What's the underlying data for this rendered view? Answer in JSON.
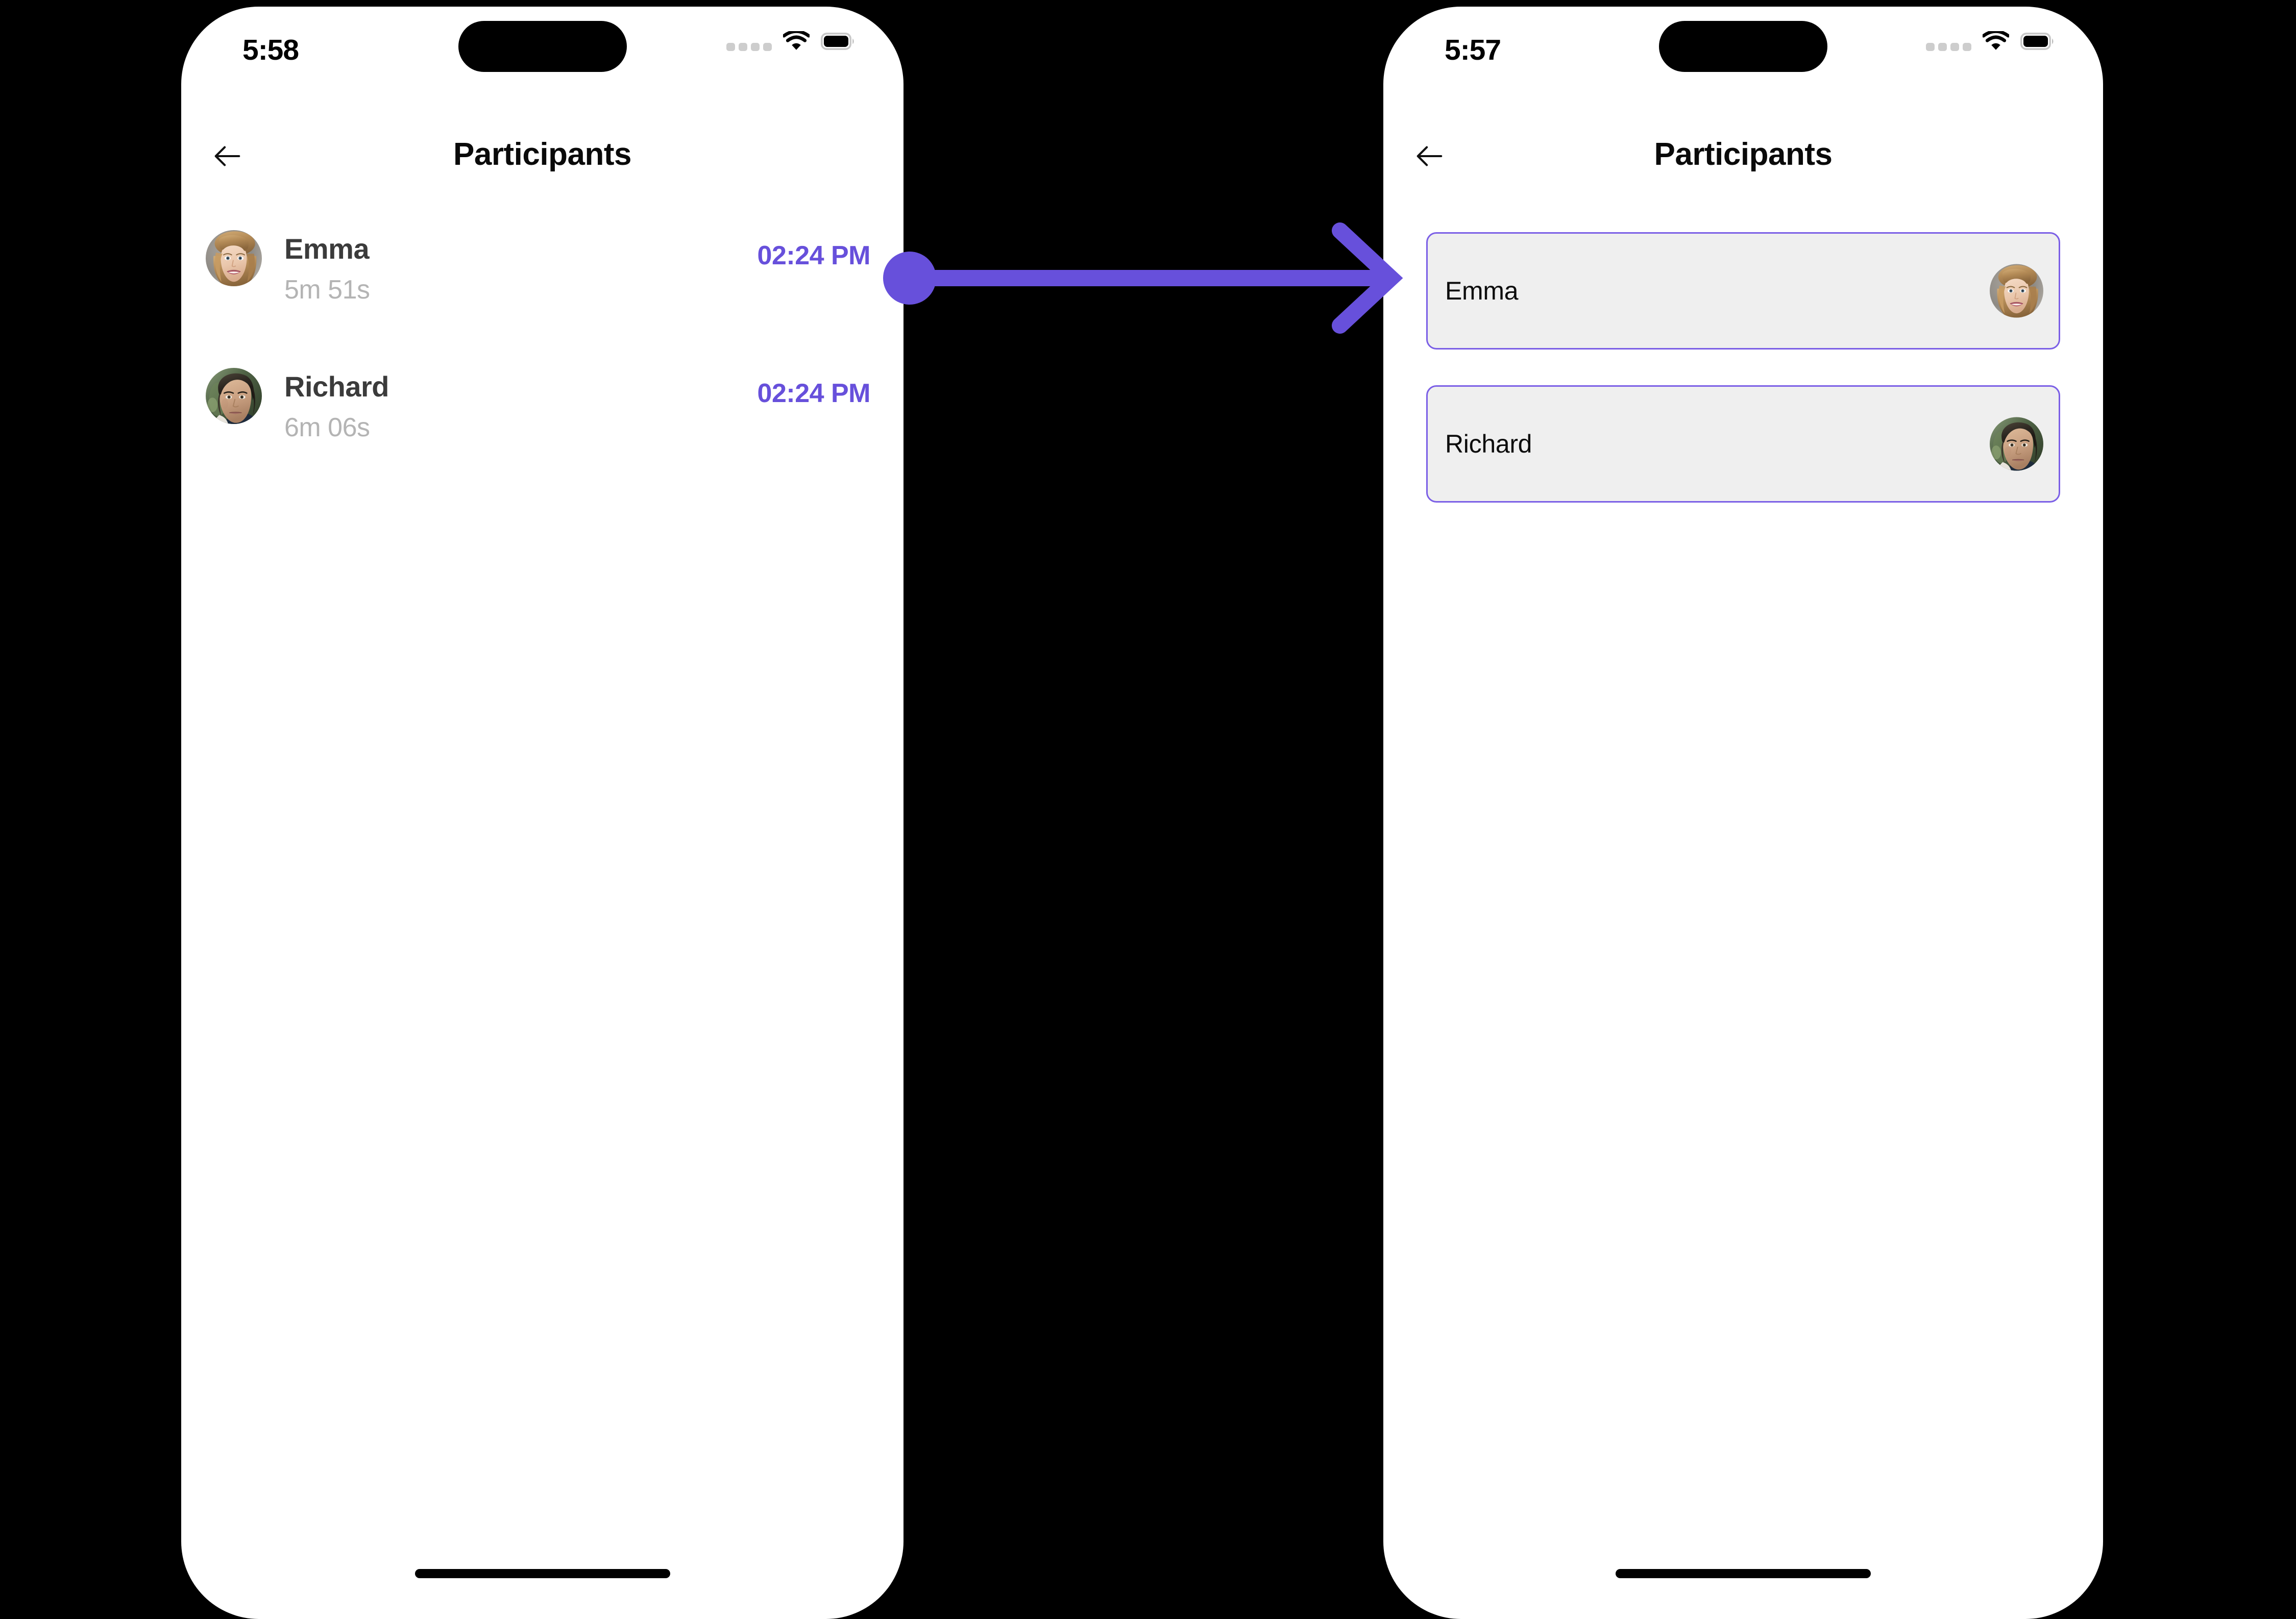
{
  "theme": {
    "accent": "#6750db",
    "card_border": "#7b5fe6",
    "card_bg": "#efefef",
    "arrow": "#6750db",
    "page_bg": "#000000",
    "screen_bg": "#ffffff",
    "name_color_left": "#3b3b3b",
    "duration_color": "#b4b4b4"
  },
  "screens": [
    {
      "id": "participants-durations",
      "status": {
        "time": "5:58",
        "cellular_icon": "cellular-icon",
        "wifi_icon": "wifi-icon",
        "battery_icon": "battery-icon"
      },
      "nav": {
        "back_icon": "back-arrow-icon",
        "title": "Participants"
      },
      "participants": [
        {
          "name": "Emma",
          "duration": "5m 51s",
          "time": "02:24 PM",
          "avatar": "emma-avatar"
        },
        {
          "name": "Richard",
          "duration": "6m 06s",
          "time": "02:24 PM",
          "avatar": "richard-avatar"
        }
      ]
    },
    {
      "id": "participants-cards",
      "status": {
        "time": "5:57",
        "cellular_icon": "cellular-icon",
        "wifi_icon": "wifi-icon",
        "battery_icon": "battery-icon"
      },
      "nav": {
        "back_icon": "back-arrow-icon",
        "title": "Participants"
      },
      "participants": [
        {
          "name": "Emma",
          "avatar": "emma-avatar"
        },
        {
          "name": "Richard",
          "avatar": "richard-avatar"
        }
      ]
    }
  ],
  "connector": {
    "type": "arrow",
    "from": "participants-durations.row.emma.time",
    "to": "participants-cards.card.emma",
    "start_marker": "dot",
    "end_marker": "chevron-arrowhead"
  }
}
